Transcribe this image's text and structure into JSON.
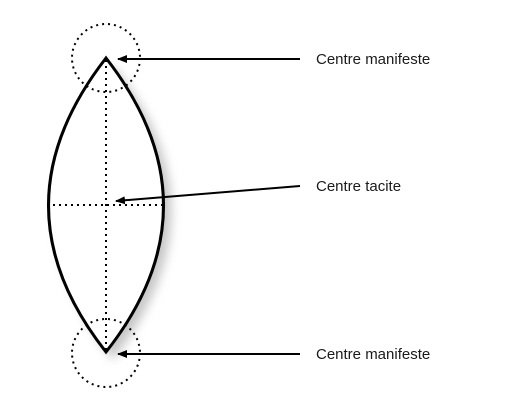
{
  "diagram": {
    "labels": {
      "top": "Centre manifeste",
      "middle": "Centre tacite",
      "bottom": "Centre manifeste"
    },
    "colors": {
      "stroke": "#000000",
      "text": "#1a1a1a",
      "shadow": "#9a9a9a",
      "background": "#ffffff"
    }
  }
}
